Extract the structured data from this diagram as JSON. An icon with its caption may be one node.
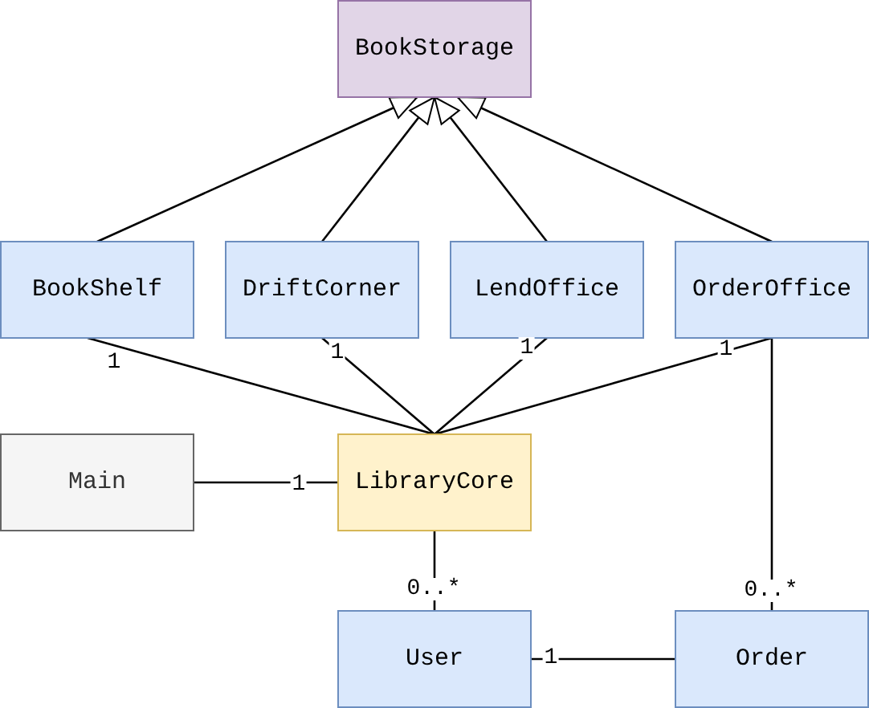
{
  "diagram": {
    "nodes": [
      {
        "text": [
          "BookStorage"
        ]
      },
      {
        "text": [
          "BookShelf"
        ]
      },
      {
        "text": [
          "DriftCorner"
        ]
      },
      {
        "text": [
          "LendOffice"
        ]
      },
      {
        "text": [
          "OrderOffice"
        ]
      },
      {
        "text": [
          "Main"
        ]
      },
      {
        "text": [
          "LibraryCore"
        ]
      },
      {
        "text": [
          "User"
        ]
      },
      {
        "text": [
          "Order"
        ]
      }
    ],
    "edges": [
      {
        "from": 1,
        "to": 0,
        "arrow": "to"
      },
      {
        "from": 2,
        "to": 0,
        "arrow": "to"
      },
      {
        "from": 3,
        "to": 0,
        "arrow": "to"
      },
      {
        "from": 4,
        "to": 0,
        "arrow": "to"
      },
      {
        "from": 1,
        "to": 6,
        "arrow": "none",
        "label": "1"
      },
      {
        "from": 2,
        "to": 6,
        "arrow": "none",
        "label": "1"
      },
      {
        "from": 3,
        "to": 6,
        "arrow": "none",
        "label": "1"
      },
      {
        "from": 4,
        "to": 6,
        "arrow": "none",
        "label": "1"
      },
      {
        "from": 5,
        "to": 6,
        "arrow": "none",
        "label": "1"
      },
      {
        "from": 6,
        "to": 7,
        "arrow": "none",
        "label": "0..*"
      },
      {
        "from": 4,
        "to": 8,
        "arrow": "none",
        "label": "0..*"
      },
      {
        "from": 7,
        "to": 8,
        "arrow": "none",
        "label": "1"
      }
    ]
  }
}
